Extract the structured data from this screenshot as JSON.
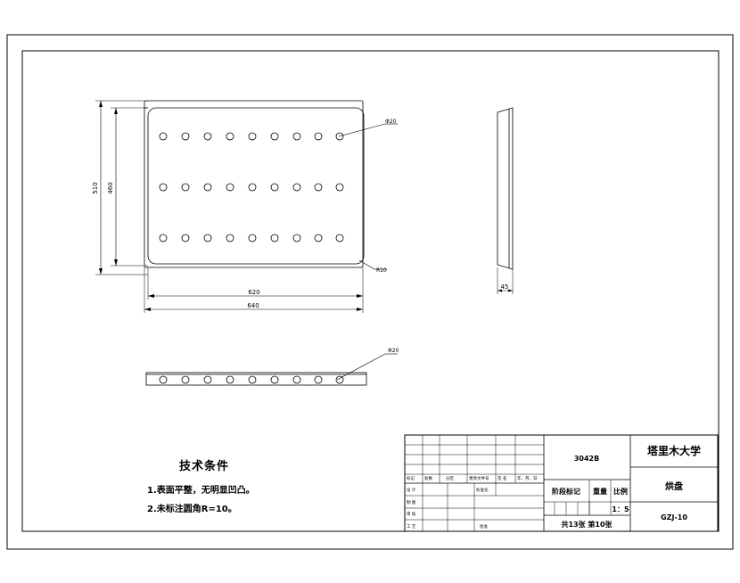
{
  "dims": {
    "plate_height": "510",
    "inner_height": "460",
    "inner_width": "620",
    "outer_width": "640",
    "hole_dia_top": "Φ20",
    "fillet": "R10",
    "depth": "45",
    "hole_dia_side": "Φ20"
  },
  "tech_notes": {
    "title": "技术条件",
    "items": [
      "1.表面平整，无明显凹凸。",
      "2.未标注圆角R=10。"
    ]
  },
  "title_block": {
    "material": "3042B",
    "school": "塔里木大学",
    "part_name": "烘盘",
    "drawing_no": "GZJ-10",
    "stage_mark": "阶段标记",
    "weight": "重量",
    "scale_label": "比例",
    "scale_value": "1：5",
    "sheets": "共13张  第10张",
    "row_labels": [
      "标记",
      "处数",
      "分区",
      "更改文件号",
      "签 名",
      "年、月、日"
    ],
    "design": "设 计",
    "check": "审 核",
    "process": "工 艺",
    "standard": "标准化",
    "approve": "批准",
    "draw_label": "制 图"
  }
}
